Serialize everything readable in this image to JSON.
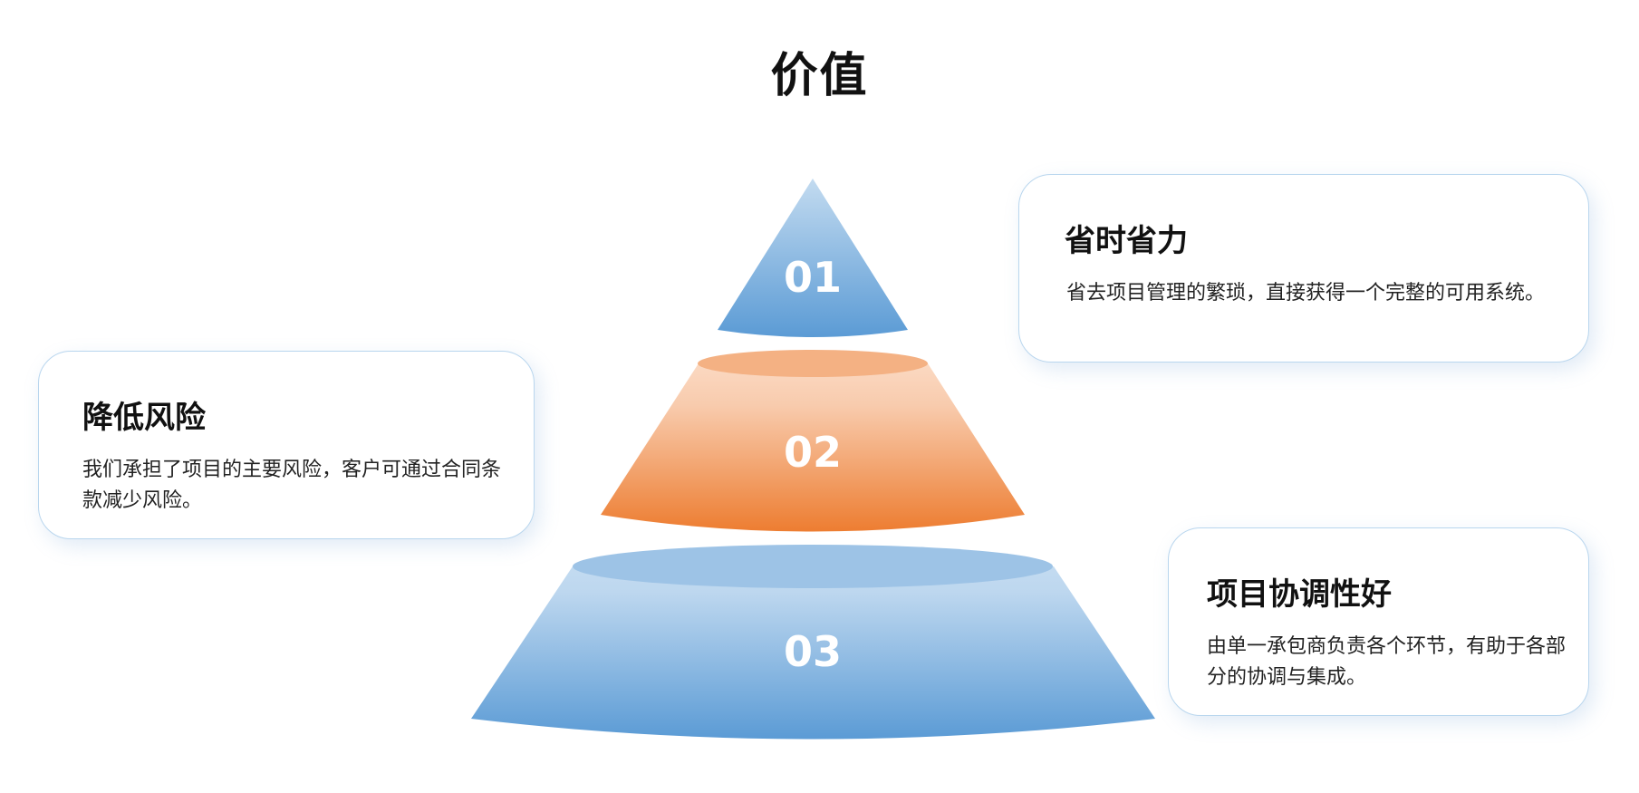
{
  "title": "价值",
  "colors": {
    "blue_light": "#bdd7ef",
    "blue_dark": "#5b9bd5",
    "blue_top": "#9dc3e6",
    "orange_light": "#f8cbad",
    "orange_dark": "#ed7d31",
    "orange_top": "#f4b183",
    "card_border": "#b9d6ee"
  },
  "levels": [
    {
      "number": "01",
      "heading": "省时省力",
      "description": "省去项目管理的繁琐，直接获得一个完整的可用系统。"
    },
    {
      "number": "02",
      "heading": "降低风险",
      "description": "我们承担了项目的主要风险，客户可通过合同条款减少风险。"
    },
    {
      "number": "03",
      "heading": "项目协调性好",
      "description": "由单一承包商负责各个环节，有助于各部分的协调与集成。"
    }
  ]
}
